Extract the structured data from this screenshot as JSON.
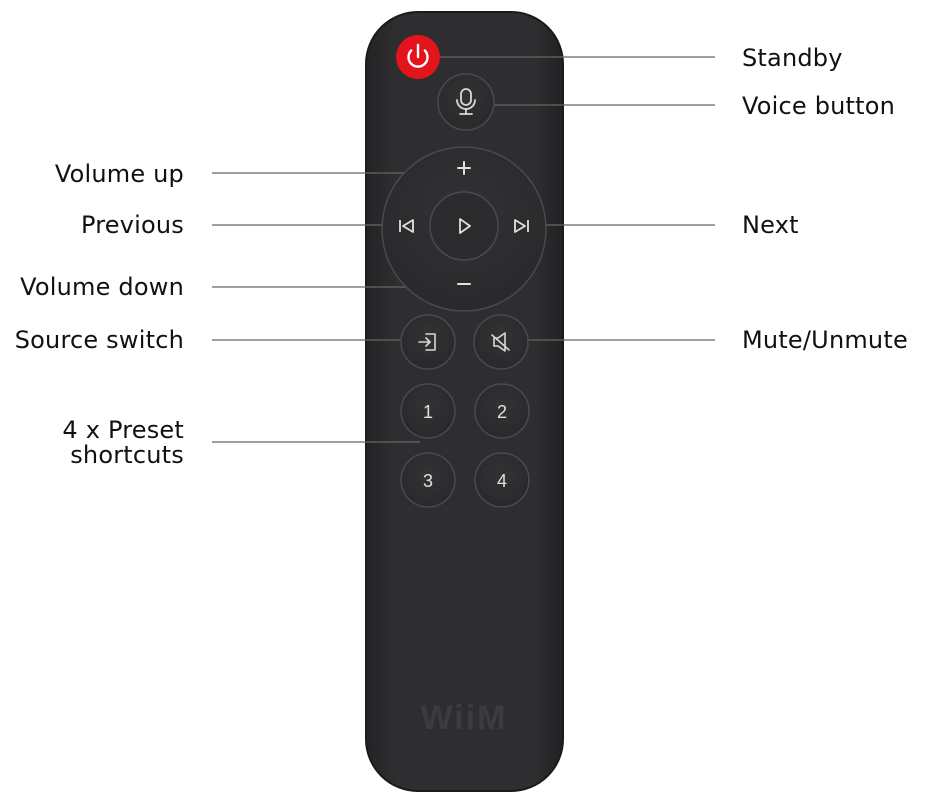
{
  "labels": {
    "standby": "Standby",
    "voice": "Voice button",
    "volume_up": "Volume up",
    "previous": "Previous",
    "next": "Next",
    "volume_down": "Volume down",
    "source": "Source switch",
    "mute": "Mute/Unmute",
    "presets_line1": "4 x Preset",
    "presets_line2": "shortcuts"
  },
  "remote": {
    "preset_keys": [
      "1",
      "2",
      "3",
      "4"
    ],
    "brand_logo": "WiiM"
  },
  "icons": {
    "standby": "power-icon",
    "voice": "microphone-icon",
    "play": "play-icon",
    "previous": "skip-previous-icon",
    "next": "skip-next-icon",
    "volume_up": "plus-icon",
    "volume_down": "minus-icon",
    "source": "input-source-icon",
    "mute": "speaker-mute-icon"
  },
  "colors": {
    "remote_body": "#2b2b2d",
    "button_face": "#2f2f31",
    "button_outline": "#4a4a4d",
    "icon": "#d8d8d8",
    "standby_red": "#e3141b",
    "leader_line": "#666666"
  }
}
